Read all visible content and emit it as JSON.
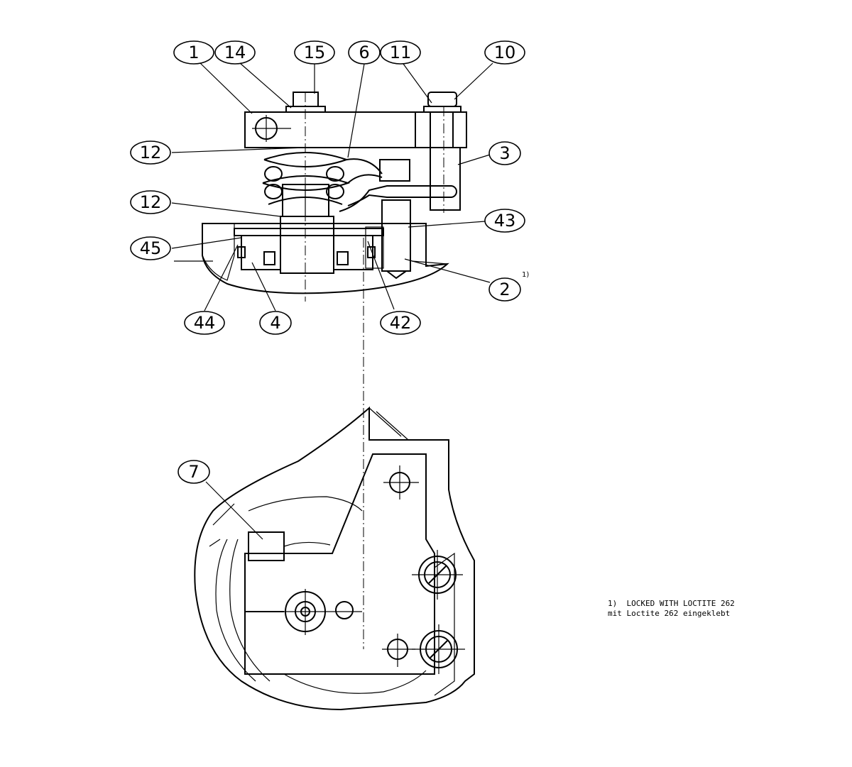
{
  "balloons": {
    "b1": "1",
    "b14": "14",
    "b15": "15",
    "b6": "6",
    "b11": "11",
    "b10": "10",
    "b12a": "12",
    "b3": "3",
    "b12b": "12",
    "b43": "43",
    "b45": "45",
    "b2": "2",
    "b44": "44",
    "b4": "4",
    "b42": "42",
    "b7": "7"
  },
  "footnote_marker": "1)",
  "note": {
    "line1": "1)  LOCKED WITH LOCTITE 262",
    "line2": "mit Loctite 262 eingeklebt"
  }
}
